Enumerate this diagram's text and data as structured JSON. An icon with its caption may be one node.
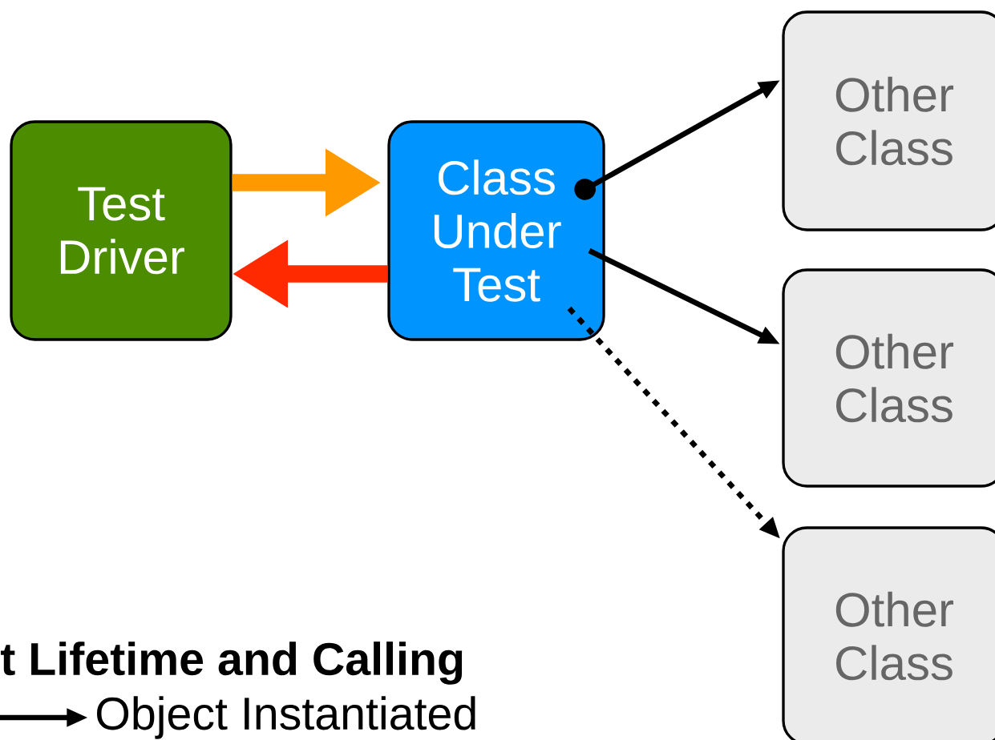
{
  "diagram": {
    "nodes": [
      {
        "text": [
          "Test Driver"
        ]
      },
      {
        "text": [
          "Class Under Test"
        ]
      },
      {
        "text": [
          "Other Class"
        ]
      },
      {
        "text": [
          "Other Class"
        ]
      },
      {
        "text": [
          "Other Class"
        ]
      }
    ],
    "edges": [
      {
        "from": 0,
        "to": 1,
        "arrow": "to",
        "style": "thick",
        "color": "#ff9900"
      },
      {
        "from": 1,
        "to": 0,
        "arrow": "to",
        "style": "thick",
        "color": "#ff2a00"
      },
      {
        "from": 1,
        "to": 2,
        "arrow": "to"
      },
      {
        "from": 1,
        "to": 3,
        "arrow": "to"
      },
      {
        "from": 1,
        "to": 4,
        "arrow": "to",
        "style": "dashed"
      }
    ],
    "labels": [
      "t Lifetime and Calling"
    ],
    "legend": [
      {
        "text": "Object Instantiated"
      }
    ]
  }
}
